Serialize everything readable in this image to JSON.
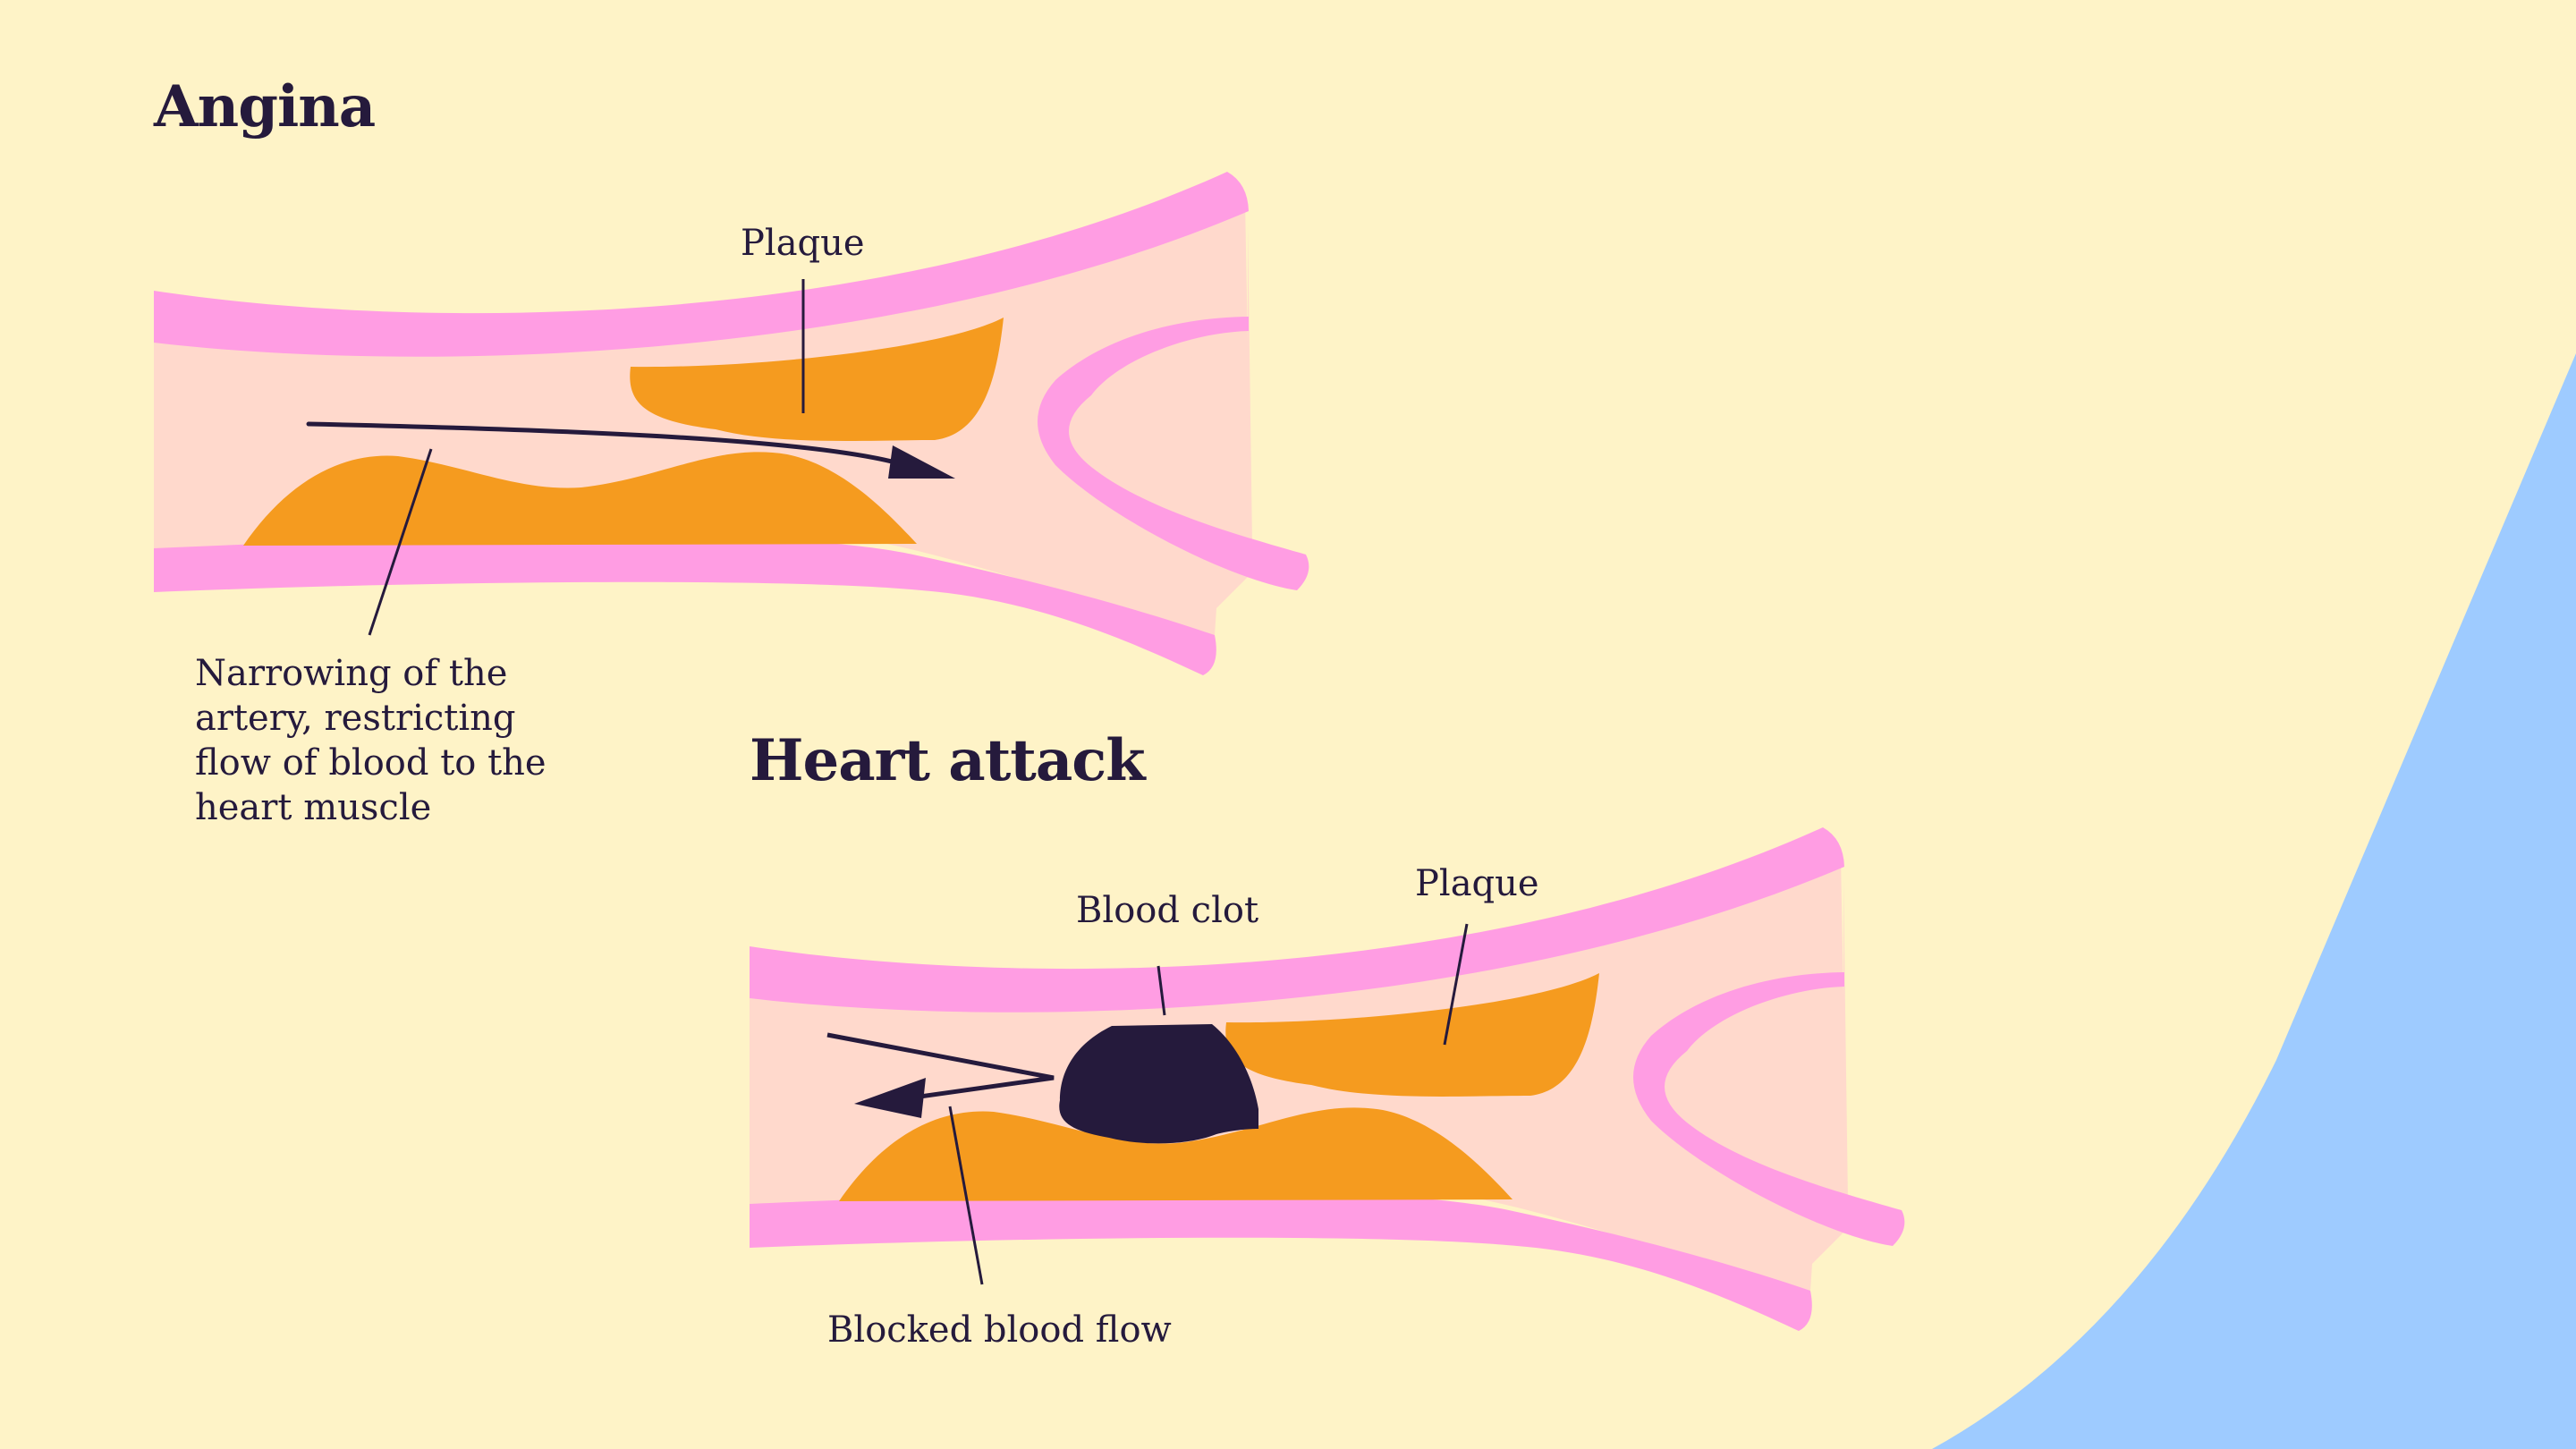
{
  "colors": {
    "background": "#fef3c7",
    "corner_accent": "#9ecbff",
    "artery_wall": "#ff9de3",
    "artery_interior": "#ffd9cc",
    "plaque": "#f59b1f",
    "clot_and_ink": "#251a3c"
  },
  "angina": {
    "title": "Angina",
    "plaque_label": "Plaque",
    "narrowing_label": [
      "Narrowing of the",
      "artery, restricting",
      "flow of blood to the",
      "heart muscle"
    ]
  },
  "heart_attack": {
    "title": "Heart attack",
    "blood_clot_label": "Blood clot",
    "plaque_label": "Plaque",
    "blocked_label": "Blocked blood flow"
  }
}
